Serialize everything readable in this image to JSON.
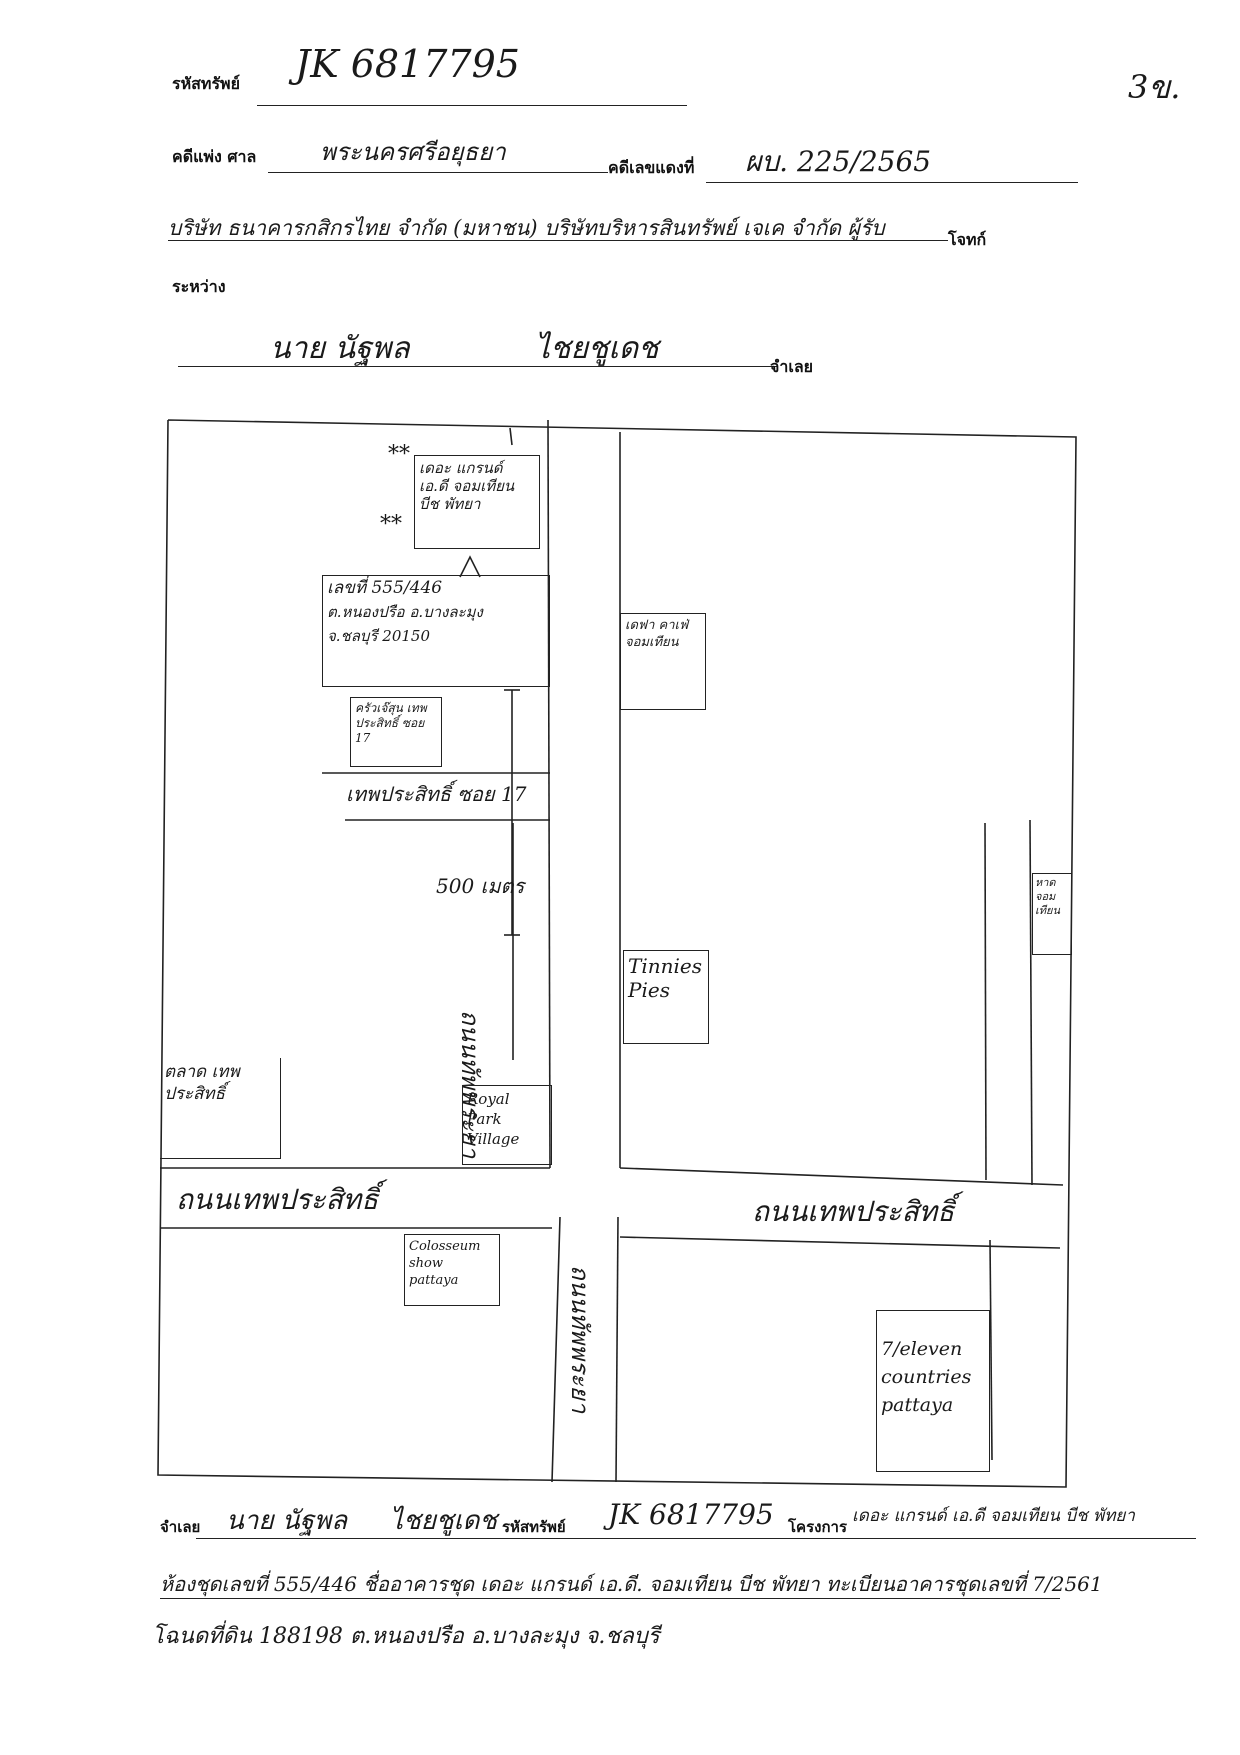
{
  "header": {
    "asset_code_label": "รหัสทรัพย์",
    "asset_code": "JK 6817795",
    "corner_mark": "3ข.",
    "case_label": "คดีแพ่ง ศาล",
    "court": "พระนครศรีอยุธยา",
    "red_case_label": "คดีเลขแดงที่",
    "red_case_no": "ผบ. 225/2565",
    "plaintiff": "บริษัท ธนาคารกสิกรไทย จำกัด (มหาชน) บริษัทบริหารสินทรัพย์ เจเค จำกัด ผู้รับ",
    "plaintiff_label": "โจทก์",
    "between_label": "ระหว่าง",
    "defendant_first": "นาย นัฐพล",
    "defendant_last": "ไชยชูเดช",
    "defendant_label": "จำเลย"
  },
  "map": {
    "property_title": "เดอะ แกรนด์ เอ.ดี จอมเทียน บีช พัทยา",
    "property_stars_1": "**",
    "property_stars_2": "**",
    "address_line1": "เลขที่ 555/446",
    "address_line2": "ต.หนองปรือ อ.บางละมุง",
    "address_line3": "จ.ชลบุรี 20150",
    "shop_left": "ครัวเจ๊สุน เทพประสิทธิ์ ซอย 17",
    "soi_label": "เทพประสิทธิ์ ซอย 17",
    "distance": "500 เมตร",
    "street_vertical_top": "ถนนทัพพระยา",
    "street_vertical_bottom": "ถนนทัพพระยา",
    "landmark_right_top": "เดฟา คาเฟ่ จอมเทียน",
    "landmark_far_right": "หาด จอมเทียน",
    "tinnies": "Tinnies Pies",
    "market": "ตลาด เทพประสิทธิ์",
    "royal_park": "Royal Park Village",
    "street_h_left": "ถนนเทพประสิทธิ์",
    "street_h_right": "ถนนเทพประสิทธิ์",
    "colosseum": "Colosseum show pattaya",
    "seven_eleven": "7/eleven countries pattaya"
  },
  "footer": {
    "defendant_label": "จำเลย",
    "defendant_first": "นาย นัฐพล",
    "defendant_last": "ไชยชูเดช",
    "asset_code_label": "รหัสทรัพย์",
    "asset_code": "JK 6817795",
    "project_label": "โครงการ",
    "project": "เดอะ แกรนด์ เอ.ดี จอมเทียน บีช พัทยา",
    "line2": "ห้องชุดเลขที่ 555/446 ชื่ออาคารชุด เดอะ แกรนด์ เอ.ดี. จอมเทียน บีช พัทยา ทะเบียนอาคารชุดเลขที่ 7/2561",
    "line3": "โฉนดที่ดิน 188198  ต.หนองปรือ  อ.บางละมุง  จ.ชลบุรี"
  }
}
